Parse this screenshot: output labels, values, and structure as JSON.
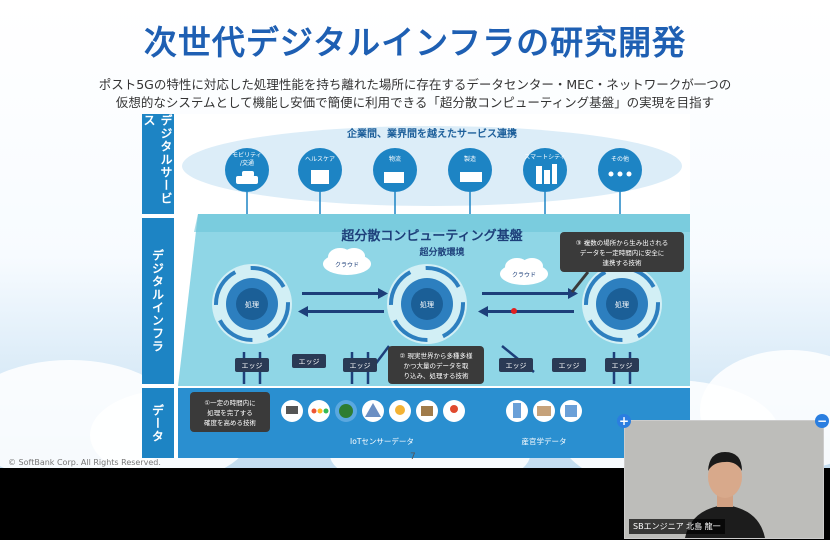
{
  "slide": {
    "title": "次世代デジタルインフラの研究開発",
    "subtitle_line1": "ポスト5Gの特性に対応した処理性能を持ち離れた場所に存在するデータセンター・MEC・ネットワークが一つの",
    "subtitle_line2": "仮想的なシステムとして機能し安価で簡便に利用できる「超分散コンピューティング基盤」の実現を目指す",
    "copyright": "© SoftBank Corp. All Rights Reserved.",
    "page_number": "7"
  },
  "diagram": {
    "bands": {
      "service": "デジタルサービス",
      "infra": "デジタルインフラ",
      "data": "データ"
    },
    "service_header": "企業間、業界間を越えたサービス連携",
    "services": [
      {
        "label": "モビリティ/交通",
        "line1": "モビリティ",
        "line2": "/交通",
        "icon": "car-icon"
      },
      {
        "label": "ヘルスケア",
        "line1": "ヘルスケア",
        "line2": "",
        "icon": "hospital-icon"
      },
      {
        "label": "物流",
        "line1": "物流",
        "line2": "",
        "icon": "truck-icon"
      },
      {
        "label": "製造",
        "line1": "製造",
        "line2": "",
        "icon": "factory-icon"
      },
      {
        "label": "スマートシティ",
        "line1": "スマートシティ",
        "line2": "",
        "icon": "city-icon"
      },
      {
        "label": "その他",
        "line1": "その他",
        "line2": "",
        "icon": "dots-icon"
      }
    ],
    "platform_title": "超分散コンピューティング基盤",
    "platform_env": "超分散環境",
    "cloud_label": "クラウド",
    "node_label": "処理",
    "edge_label": "エッジ",
    "note1": [
      "①一定の時間内に",
      "処理を完了する",
      "確度を高める技術"
    ],
    "note2": [
      "② 現実世界から多種多様",
      "かつ大量のデータを取",
      "り込み、処理する技術"
    ],
    "note3": [
      "③ 複数の場所から生み出される",
      "データを一定時間内に安全に",
      "連携する技術"
    ],
    "data_iot": "IoTセンサーデータ",
    "data_industry": "産官学データ",
    "data_icons": [
      "monitor-icon",
      "traffic-signal-icon",
      "globe-icon",
      "mountain-icon",
      "weather-icon",
      "camera-icon",
      "map-pin-icon",
      "building-icon",
      "school-icon",
      "office-icon"
    ]
  },
  "video": {
    "caption": "SBエンジニア 北島 龍一"
  },
  "colors": {
    "title_blue": "#1e5fb3",
    "band_blue": "#1d84c4",
    "platform_teal": "#7fcfe0",
    "dark_note": "#3a3a3a"
  }
}
